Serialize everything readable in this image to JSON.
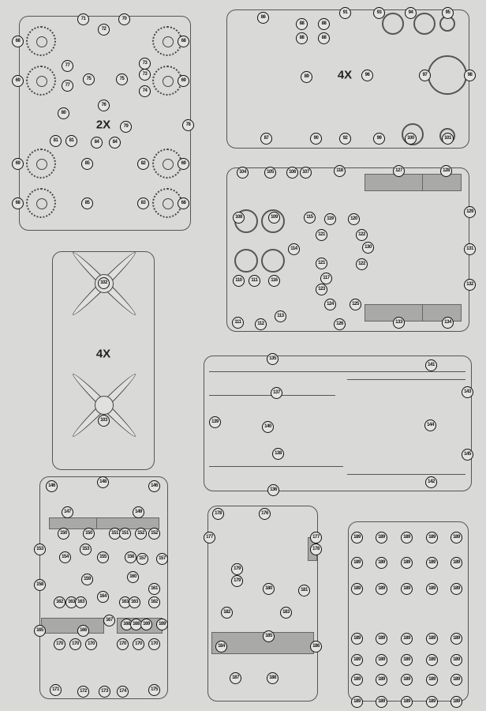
{
  "sprues": [
    {
      "id": "wheels-landing-gear",
      "multiplier": "2X",
      "callouts": [
        "68",
        "68",
        "69",
        "69",
        "71",
        "70",
        "72",
        "77",
        "77",
        "75",
        "75",
        "73",
        "73",
        "74",
        "76",
        "80",
        "81",
        "81",
        "79",
        "78",
        "84",
        "84",
        "85",
        "85",
        "82",
        "83",
        "69",
        "69",
        "68",
        "68"
      ]
    },
    {
      "id": "engine-nacelles",
      "multiplier": "4X",
      "callouts": [
        "86",
        "88",
        "88",
        "88",
        "88",
        "91",
        "93",
        "94",
        "95",
        "89",
        "96",
        "97",
        "98",
        "87",
        "90",
        "92",
        "99",
        "100",
        "101"
      ]
    },
    {
      "id": "interior-chassis",
      "callouts": [
        "104",
        "105",
        "106",
        "107",
        "118",
        "127",
        "128",
        "108",
        "109",
        "115",
        "119",
        "120",
        "129",
        "121",
        "122",
        "114",
        "121",
        "130",
        "131",
        "110",
        "111",
        "116",
        "117",
        "123",
        "122",
        "132",
        "124",
        "125",
        "111",
        "112",
        "113",
        "126",
        "133",
        "134"
      ]
    },
    {
      "id": "propellers",
      "multiplier": "4X",
      "callouts": [
        "102",
        "103"
      ]
    },
    {
      "id": "fuselage-frames",
      "callouts": [
        "135",
        "141",
        "143",
        "137",
        "139",
        "140",
        "144",
        "138",
        "145",
        "142",
        "136"
      ]
    },
    {
      "id": "small-parts",
      "callouts": [
        "146",
        "148",
        "146",
        "147",
        "149",
        "150",
        "150",
        "151",
        "151",
        "152",
        "152",
        "153",
        "154",
        "153",
        "155",
        "156",
        "157",
        "157",
        "158",
        "159",
        "160",
        "161",
        "162",
        "163",
        "163",
        "164",
        "163",
        "163",
        "162",
        "165",
        "166",
        "167",
        "168",
        "168",
        "169",
        "169",
        "170",
        "170",
        "170",
        "170",
        "170",
        "170",
        "171",
        "172",
        "173",
        "174",
        "175"
      ]
    },
    {
      "id": "cockpit-parts",
      "callouts": [
        "176",
        "177",
        "177",
        "178",
        "178",
        "179",
        "179",
        "180",
        "181",
        "182",
        "183",
        "185",
        "184",
        "186",
        "187",
        "188"
      ]
    },
    {
      "id": "clear-parts",
      "callouts": [
        "189",
        "189",
        "189",
        "189",
        "189",
        "189",
        "189",
        "189",
        "189",
        "189",
        "189",
        "189",
        "189",
        "189",
        "189",
        "189",
        "189",
        "189",
        "189",
        "189",
        "189",
        "189",
        "189",
        "189",
        "189",
        "189",
        "189",
        "189",
        "189",
        "189",
        "189",
        "189",
        "189",
        "189",
        "189"
      ]
    }
  ]
}
